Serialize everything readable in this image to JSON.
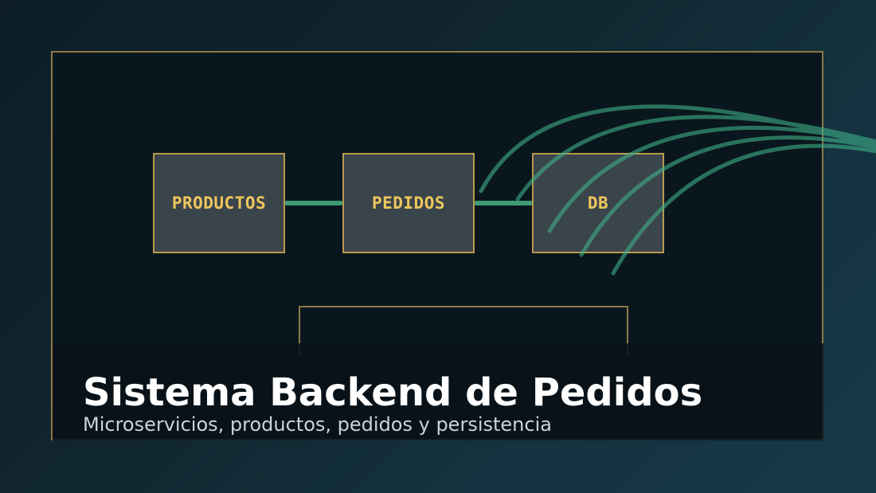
{
  "diagram": {
    "nodes": [
      {
        "id": "productos",
        "label": "PRODUCTOS"
      },
      {
        "id": "pedidos",
        "label": "PEDIDOS"
      },
      {
        "id": "db",
        "label": "DB"
      }
    ],
    "edges": [
      {
        "from": "productos",
        "to": "pedidos"
      },
      {
        "from": "pedidos",
        "to": "db"
      }
    ]
  },
  "caption": {
    "title": "Sistema Backend de Pedidos",
    "subtitle": "Microservicios, productos, pedidos y persistencia"
  },
  "colors": {
    "accent_green": "#3f9a76",
    "node_text": "#eec65c",
    "node_border": "#b89a4e",
    "frame_border": "#8c7a46"
  }
}
